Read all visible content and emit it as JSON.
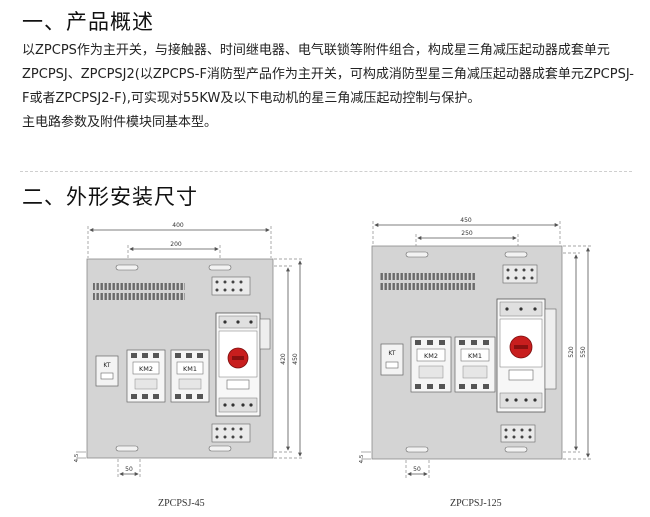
{
  "section1": {
    "heading": "一、产品概述",
    "paragraphs": [
      "以ZPCPS作为主开关，与接触器、时间继电器、电气联锁等附件组合，构成星三角减压起动器成套单元ZPCPSJ、ZPCPSJ2(以ZPCPS-F消防型产品作为主开关，可构成消防型星三角减压起动器成套单元ZPCPSJ-F或者ZPCPSJ2-F),可实现对55KW及以下电动机的星三角减压起动控制与保护。",
      "主电路参数及附件模块同基本型。"
    ]
  },
  "section2": {
    "heading": "二、外形安装尺寸"
  },
  "drawings": [
    {
      "caption": "ZPCPSJ-45",
      "dims": {
        "width": "400",
        "inner_width": "200",
        "height_inner": "420",
        "height": "450",
        "bottom_width": "50",
        "bottom_gap": "4.5"
      },
      "labels": {
        "kt": "KT",
        "km2": "KM2",
        "km1": "KM1"
      }
    },
    {
      "caption": "ZPCPSJ-125",
      "dims": {
        "width": "450",
        "inner_width": "250",
        "height_inner": "520",
        "height": "550",
        "bottom_width": "50",
        "bottom_gap": "4.5"
      },
      "labels": {
        "kt": "KT",
        "km2": "KM2",
        "km1": "KM1"
      }
    }
  ]
}
